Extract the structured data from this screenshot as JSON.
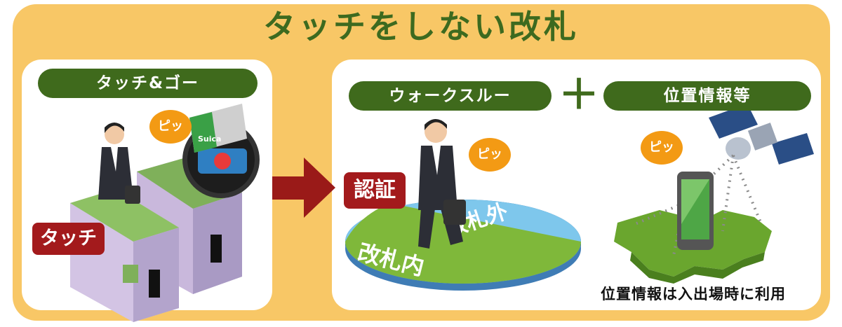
{
  "title": "タッチをしない改札",
  "left_panel": {
    "label": "タッチ&ゴー",
    "sound": "ピッ",
    "card_label": "Suica",
    "tag": "タッチ"
  },
  "right_panel": {
    "walk_label": "ウォークスルー",
    "plus": "＋",
    "location_label": "位置情報等",
    "sound_walk": "ピッ",
    "sound_location": "ピッ",
    "auth_tag": "認証",
    "inside_gate": "改札内",
    "outside_gate": "改札外",
    "caption": "位置情報は入出場時に利用"
  },
  "colors": {
    "frame": "#f8c766",
    "dark_green": "#3f6a1c",
    "red_tag": "#a31a1c",
    "orange_bubble": "#f39a14",
    "arrow": "#9a1a18"
  }
}
